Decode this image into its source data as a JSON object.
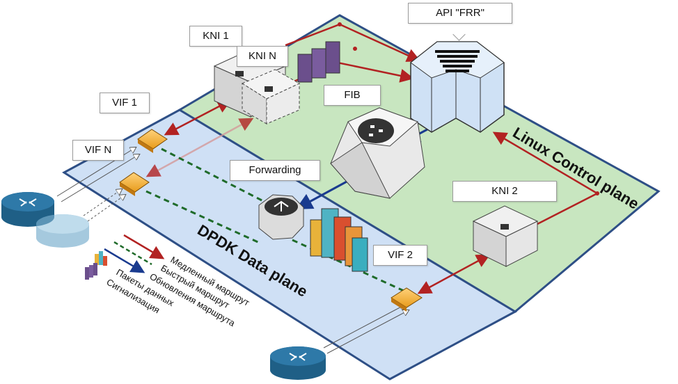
{
  "labels": {
    "api_frr": "API \"FRR\"",
    "kni1": "KNI 1",
    "kniN": "KNI N",
    "kni2": "KNI 2",
    "vif1": "VIF 1",
    "vifN": "VIF N",
    "vif2": "VIF 2",
    "fib": "FIB",
    "forwarding": "Forwarding"
  },
  "planes": {
    "linux": "Linux Control plane",
    "dpdk": "DPDK Data plane"
  },
  "legend": {
    "slow": "Медленный маршрут",
    "fast": "Быстрый маршрут",
    "update": "Обновления маршрута",
    "packets": "Пакеты данных",
    "signaling": "Сигнализация"
  },
  "colors": {
    "linux_plane": "#c8e6c0",
    "dpdk_plane": "#cfe0f5",
    "slow_route": "#b22222",
    "fast_route": "#1f6b2a",
    "update_route": "#1a3b8f",
    "router": "#1f5f86"
  }
}
